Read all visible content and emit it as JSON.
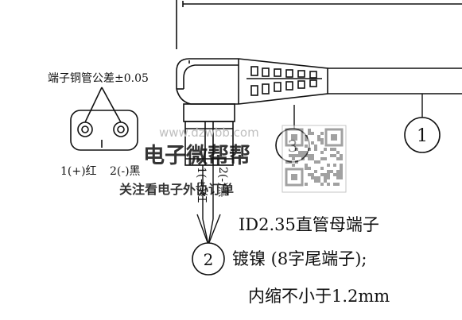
{
  "annotations": {
    "tolerance_note": "端子铜管公差±0.05",
    "pin1_label": "1(+)红",
    "pin2_label": "2(-)黑",
    "vertical_pin1": "1(+)红",
    "vertical_pin2": "2(-)黑",
    "spec_line1": "ID2.35直管母端子",
    "spec_line2": "镀镍 (8字尾端子);",
    "spec_line3": "内缩不小于1.2mm"
  },
  "callouts": {
    "c1": "1",
    "c2": "2",
    "c3": "3"
  },
  "watermark": {
    "url": "www.dzwbb.com",
    "title": "电子微帮帮",
    "subtitle": "关注看电子外协订单"
  },
  "colors": {
    "line": "#111111",
    "watermark_url": "#bfbfbf",
    "watermark_title": "#5cc46a",
    "watermark_sub": "#e8453c"
  }
}
